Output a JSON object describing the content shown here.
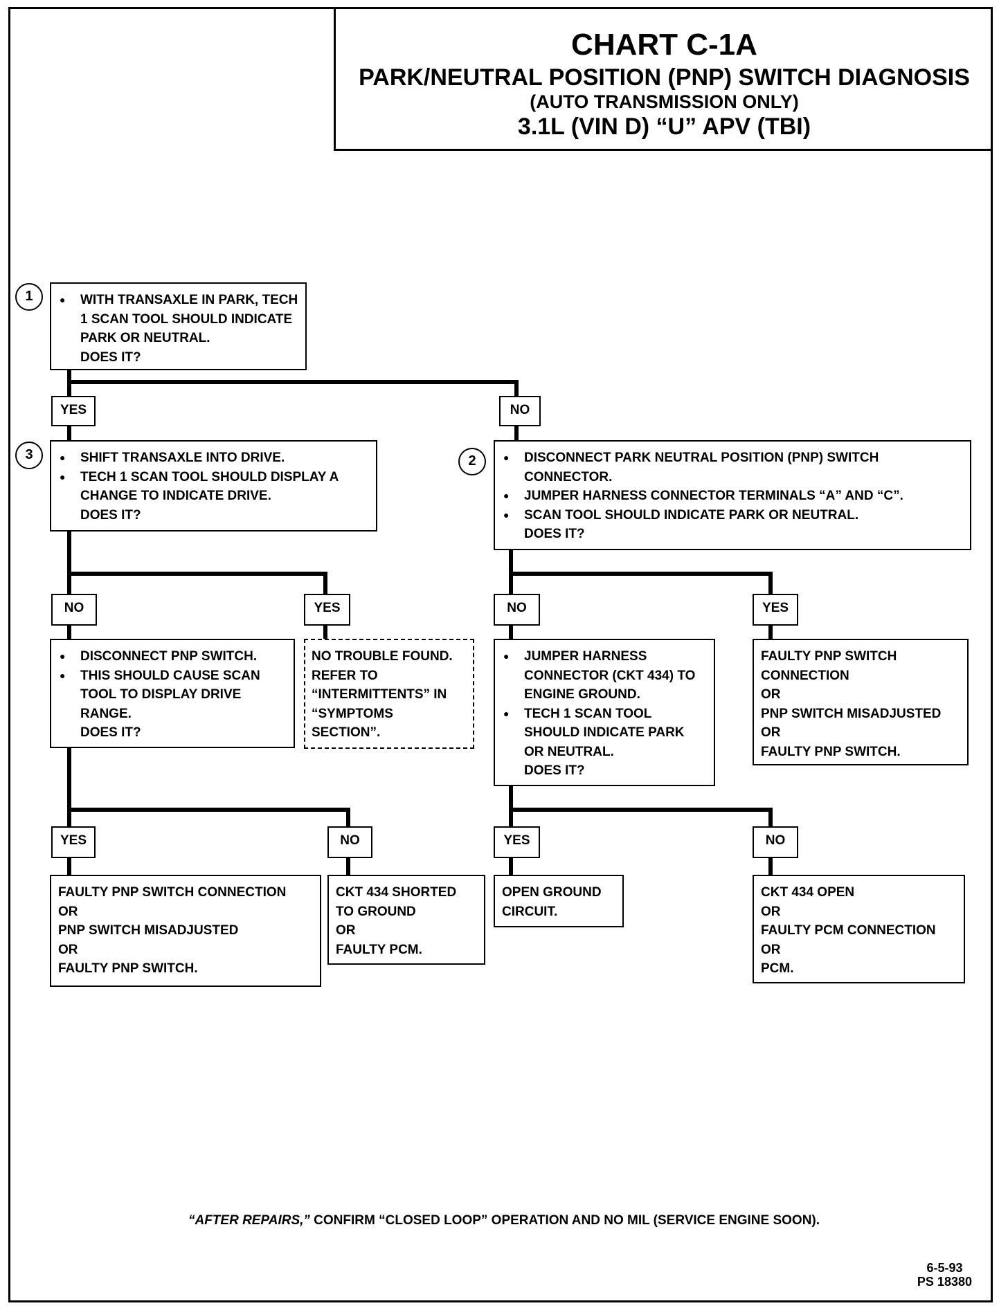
{
  "title": {
    "main": "CHART C-1A",
    "sub1": "PARK/NEUTRAL POSITION (PNP) SWITCH DIAGNOSIS",
    "sub2": "(AUTO TRANSMISSION ONLY)",
    "sub3": "3.1L  (VIN D)  “U”  APV  (TBI)"
  },
  "steps": {
    "s1": "1",
    "s2": "2",
    "s3": "3"
  },
  "box1": {
    "bullets": [
      "WITH TRANSAXLE IN PARK, TECH 1 SCAN TOOL SHOULD INDICATE PARK OR NEUTRAL."
    ],
    "question": "DOES IT?"
  },
  "labels": {
    "l1_yes": "YES",
    "l1_no": "NO",
    "l3_no": "NO",
    "l3_yes": "YES",
    "l2_no": "NO",
    "l2_yes": "YES",
    "l4_yes": "YES",
    "l4_no": "NO",
    "l5_yes": "YES",
    "l5_no": "NO"
  },
  "box3": {
    "bullets": [
      "SHIFT TRANSAXLE INTO DRIVE.",
      "TECH 1 SCAN TOOL SHOULD DISPLAY A CHANGE TO INDICATE DRIVE."
    ],
    "question": "DOES IT?"
  },
  "box2": {
    "bullets": [
      "DISCONNECT PARK NEUTRAL POSITION (PNP) SWITCH CONNECTOR.",
      "JUMPER HARNESS CONNECTOR TERMINALS “A” AND “C”.",
      "SCAN TOOL SHOULD INDICATE PARK OR NEUTRAL."
    ],
    "question": "DOES IT?"
  },
  "box4": {
    "bullets": [
      "DISCONNECT PNP SWITCH.",
      "THIS SHOULD CAUSE SCAN TOOL TO DISPLAY DRIVE RANGE."
    ],
    "question": "DOES IT?"
  },
  "box_no_trouble": [
    "NO TROUBLE FOUND.",
    "REFER TO",
    "“INTERMITTENTS” IN",
    "“SYMPTOMS",
    "SECTION”."
  ],
  "box5": {
    "bullets": [
      "JUMPER HARNESS CONNECTOR (CKT 434) TO ENGINE GROUND.",
      "TECH 1 SCAN TOOL SHOULD INDICATE PARK OR NEUTRAL."
    ],
    "question": "DOES IT?"
  },
  "box_faulty_right": [
    "FAULTY PNP SWITCH",
    "CONNECTION",
    "OR",
    "PNP SWITCH MISADJUSTED",
    "OR",
    "FAULTY PNP SWITCH."
  ],
  "box_faulty_left": [
    "FAULTY PNP SWITCH CONNECTION",
    "OR",
    "PNP SWITCH MISADJUSTED",
    "OR",
    "FAULTY PNP SWITCH."
  ],
  "box_ckt_shorted": [
    "CKT 434 SHORTED",
    "TO GROUND",
    "OR",
    "FAULTY PCM."
  ],
  "box_open_ground": [
    "OPEN GROUND",
    "CIRCUIT."
  ],
  "box_ckt_open": [
    "CKT 434 OPEN",
    "OR",
    "FAULTY PCM CONNECTION",
    "OR",
    "PCM."
  ],
  "footer": {
    "after_repairs": "“AFTER REPAIRS,”",
    "note": " CONFIRM “CLOSED LOOP” OPERATION AND NO MIL (SERVICE ENGINE SOON).",
    "date": "6-5-93",
    "ps": "PS 18380"
  }
}
